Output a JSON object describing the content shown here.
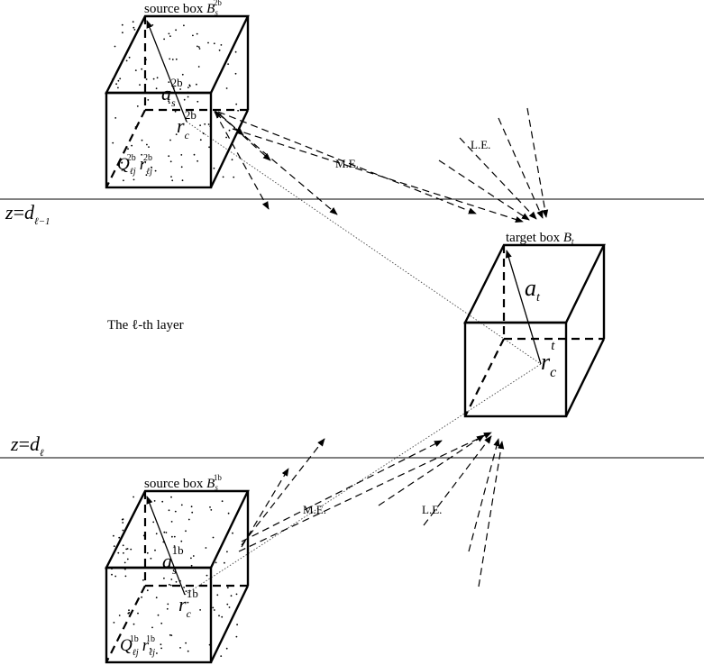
{
  "labels": {
    "source_top": {
      "prefix": "source box ",
      "sym": "B",
      "sub": "s",
      "sup": "2b"
    },
    "target": {
      "prefix": "target box ",
      "sym": "B",
      "sub": "t"
    },
    "source_bottom": {
      "prefix": "source box ",
      "sym": "B",
      "sub": "s",
      "sup": "1b"
    },
    "a_top": {
      "sym": "a",
      "sub": "s",
      "sup": "2b"
    },
    "r_top": {
      "sym": "r",
      "sub": "c",
      "sup": "2b"
    },
    "q_top": {
      "q": "Q",
      "qsub": "ℓj",
      "qsup": "2b",
      "r": "r",
      "rsub": "ℓj",
      "rsup": "2b"
    },
    "a_target": {
      "sym": "a",
      "sub": "t"
    },
    "r_target": {
      "sym": "r",
      "sub": "c",
      "sup": "t"
    },
    "a_bottom": {
      "sym": "a",
      "sub": "s",
      "sup": "1b"
    },
    "r_bottom": {
      "sym": "r",
      "sub": "c",
      "sup": "1b"
    },
    "q_bottom": {
      "q": "Q",
      "qsub": "ℓj",
      "qsup": "1b",
      "r": "r",
      "rsub": "ℓj",
      "rsup": "1b"
    },
    "me_top": "M.E.",
    "le_top": "L.E.",
    "me_bottom": "M.E.",
    "le_bottom": "L.E.",
    "layer_upper": {
      "z": "z",
      "eq": "=",
      "d": "d",
      "sub": "ℓ−1"
    },
    "layer_lower": {
      "z": "z",
      "eq": "=",
      "d": "d",
      "sub": "ℓ"
    },
    "layer_name": "The ℓ-th layer"
  }
}
